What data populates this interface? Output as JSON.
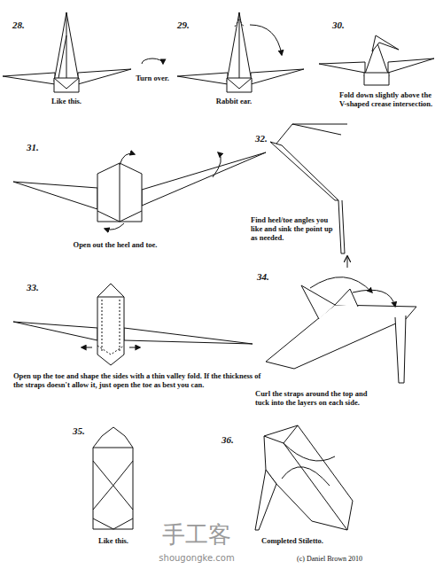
{
  "diagram": {
    "labels": [
      "28.",
      "Like this.",
      "Turn over.",
      "29.",
      "Rabbit ear.",
      "30.",
      "Fold down slightly above the V-shaped crease intersection.",
      "31.",
      "Open out the heel and toe.",
      "32.",
      "Find heel/toe angles you like and sink the point up as needed.",
      "33.",
      "Open up the toe and shape the sides with a thin valley fold. If the thickness of the straps doesn't allow it, just open the toe as best you can.",
      "34.",
      "Curl the straps around the top and tuck into the layers on each side.",
      "35.",
      "Like this.",
      "36.",
      "Completed Stiletto.",
      "(c) Daniel Brown 2010",
      "手工客",
      "shougongke.com"
    ]
  }
}
